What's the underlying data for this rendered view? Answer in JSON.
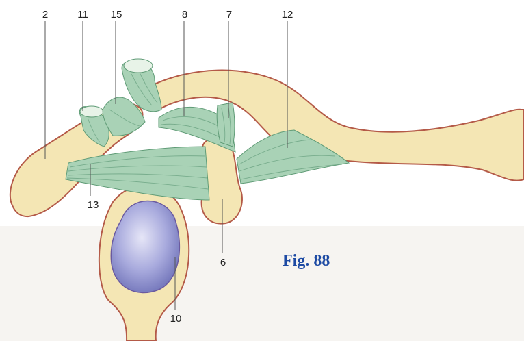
{
  "figure": {
    "caption": "Fig. 88"
  },
  "labels": {
    "l2": "2",
    "l11": "11",
    "l15": "15",
    "l8": "8",
    "l7": "7",
    "l12": "12",
    "l13": "13",
    "l6": "6",
    "l10": "10"
  },
  "colors": {
    "bone_fill": "#f4e6b4",
    "bone_outline": "#b45a48",
    "ligament": "#a9d2b6",
    "cartilage": "#a7a9dc",
    "caption": "#1d4aa3"
  }
}
